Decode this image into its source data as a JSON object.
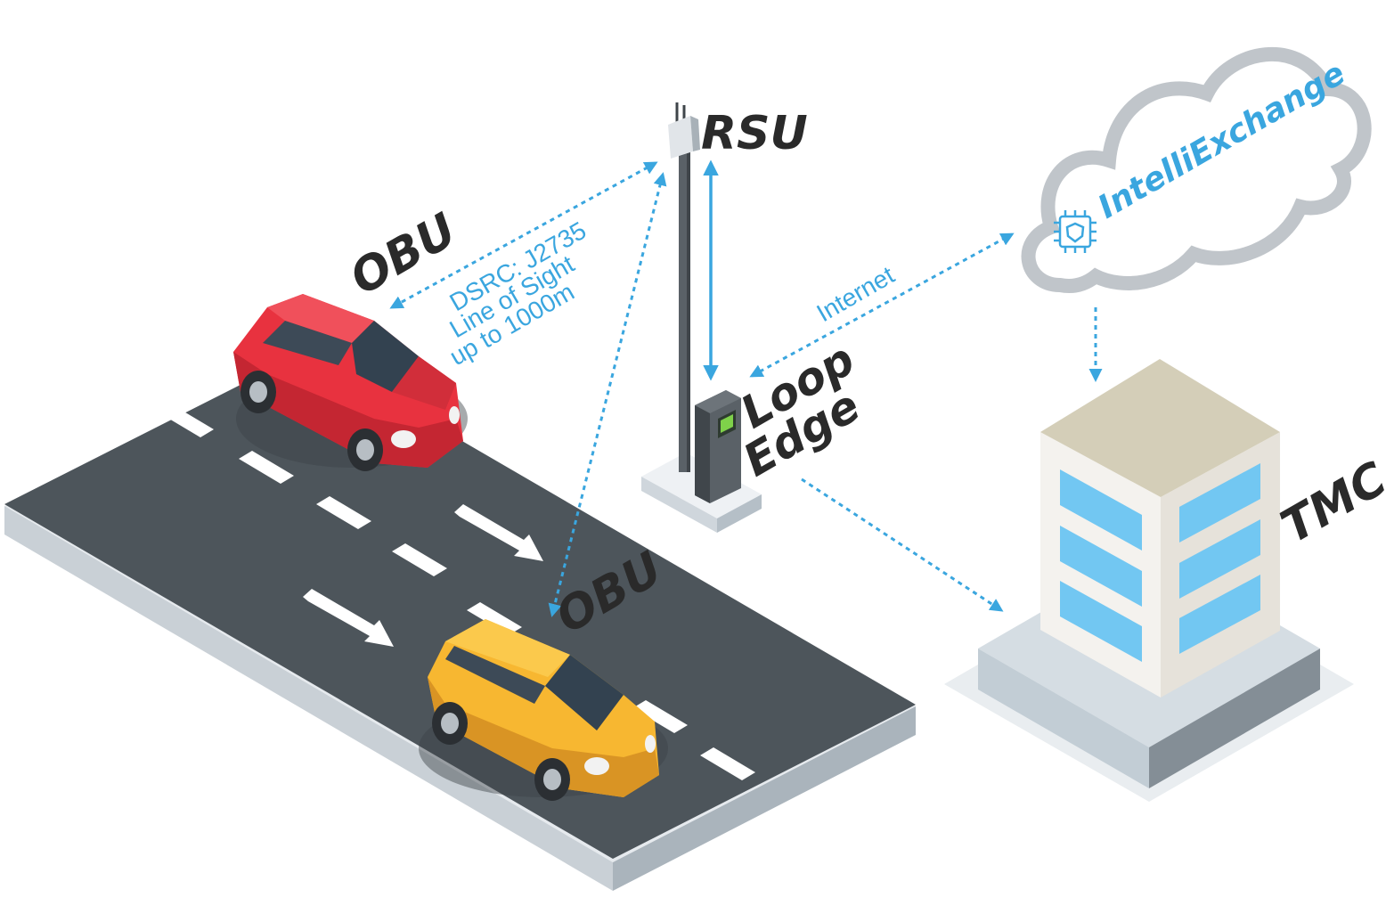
{
  "labels": {
    "rsu": "RSU",
    "obu_top": "OBU",
    "obu_bottom": "OBU",
    "loop": "Loop",
    "edge": "Edge",
    "tmc": "TMC",
    "internet": "Internet",
    "dsrc_line1": "DSRC: J2735",
    "dsrc_line2": "Line of Sight",
    "dsrc_line3": "up to 1000m",
    "brand": "IntelliExchange"
  },
  "colors": {
    "accent": "#3aa6df",
    "road": "#4d555b",
    "car_red": "#e8323f",
    "car_yellow": "#f7b731",
    "label_dark": "#2a2a2a"
  }
}
